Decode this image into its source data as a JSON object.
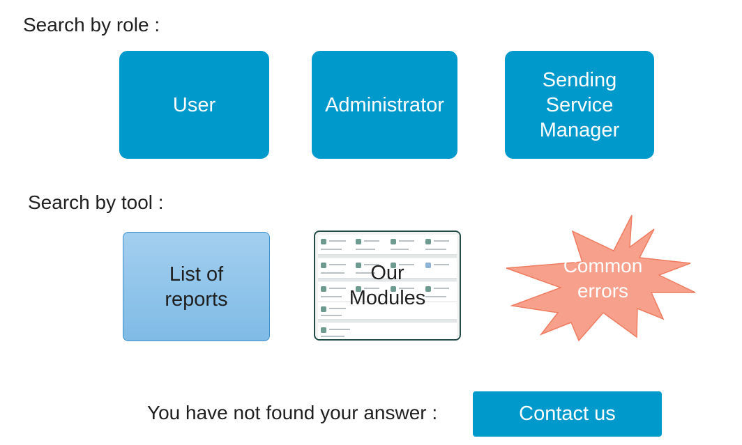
{
  "roles": {
    "title": "Search by role :",
    "items": [
      {
        "label": "User"
      },
      {
        "label": "Administrator"
      },
      {
        "label": "Sending Service Manager"
      }
    ]
  },
  "tools": {
    "title": "Search by tool :",
    "reports_label": "List of reports",
    "modules_label": "Our Modules",
    "errors_label": "Common errors"
  },
  "footer": {
    "not_found_text": "You have not found your answer :",
    "contact_label": "Contact us"
  },
  "colors": {
    "primary": "#0099cc",
    "reports_fill": "#8fc4ea",
    "errors_fill": "#f7a08c",
    "text": "#1f1f1f"
  }
}
